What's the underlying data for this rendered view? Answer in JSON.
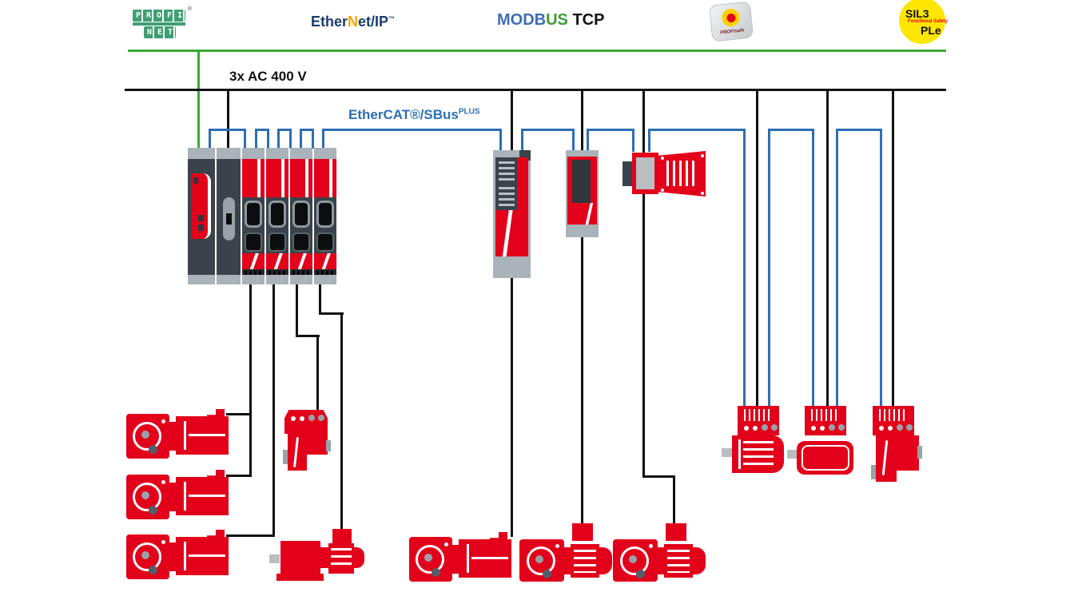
{
  "labels": {
    "power": "3x AC 400 V",
    "bus": "EtherCAT®/SBus",
    "bus_sup": "PLUS"
  },
  "logos": {
    "profinet": {
      "top": "PROFI",
      "bottom": "NET",
      "reg": "®"
    },
    "ethernet_ip": {
      "pre": "Ether",
      "n": "N",
      "post": "et/IP",
      "tm": "™"
    },
    "modbus": {
      "part_blue": "MODB",
      "part_green": "US",
      "part_black": " TCP"
    },
    "profisafe": {
      "label": "PROFIsafe"
    },
    "sil3": {
      "line1": "SIL3",
      "line2": "Functional Safety",
      "line3": "PLe"
    }
  },
  "colors": {
    "device_red": "#e2001a",
    "bus_blue": "#2e6eb5",
    "fieldbus_green": "#3aaa35",
    "power_black": "#111111",
    "panel_dark": "#3a434b",
    "cap_gray": "#a9b3b9",
    "safety_yellow": "#ffe600",
    "profinet_green": "#3f9f72"
  },
  "equipment": {
    "cabinet": "modular-inverter-system",
    "standalone_inverter": "standalone-inverter",
    "compact_inverter": "compact-inverter",
    "mounted_inverter": "near-motor-inverter",
    "gearmotor": "helical-gearmotor",
    "finned_gearmotor": "gearmotor-with-finned-motor",
    "block_motor": "motor-with-brake-unit",
    "decentralized_drive": "decentralized-drive-unit"
  }
}
